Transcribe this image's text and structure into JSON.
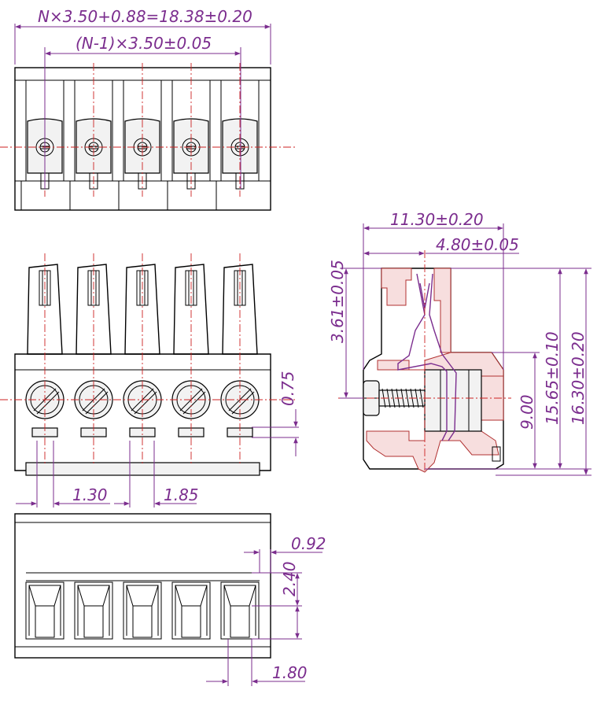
{
  "top_view": {
    "dim_total": "N×3.50+0.88=18.38±0.20",
    "dim_pitch": "(N-1)×3.50±0.05"
  },
  "front_view": {
    "dim_075": "0.75",
    "dim_130": "1.30",
    "dim_185": "1.85"
  },
  "bottom_view": {
    "dim_092": "0.92",
    "dim_240": "2.40",
    "dim_180": "1.80"
  },
  "side_view": {
    "dim_width": "11.30±0.20",
    "dim_480": "4.80±0.05",
    "dim_361": "3.61±0.05",
    "dim_900": "9.00",
    "dim_1565": "15.65±0.10",
    "dim_1630": "16.30±0.20"
  },
  "colors": {
    "outline": "#000000",
    "dimension": "#7b2d8e",
    "centerline": "#cc2222",
    "section": "#b03030"
  },
  "pole_count": 5
}
